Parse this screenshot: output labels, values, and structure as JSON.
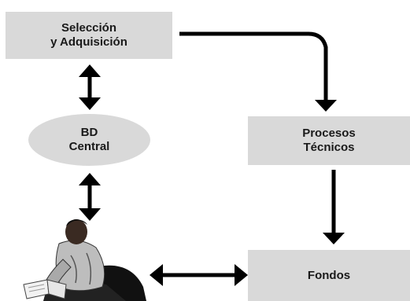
{
  "diagram": {
    "nodes": {
      "seleccion": {
        "label": "Selección\ny Adquisición"
      },
      "bd_central": {
        "label": "BD\nCentral"
      },
      "procesos": {
        "label": "Procesos\nTécnicos"
      },
      "fondos": {
        "label": "Fondos"
      }
    },
    "colors": {
      "node_fill": "#d9d9d9",
      "text": "#1a1a1a",
      "arrow": "#000000"
    },
    "icons": {
      "reader": "person-reading-icon"
    }
  }
}
